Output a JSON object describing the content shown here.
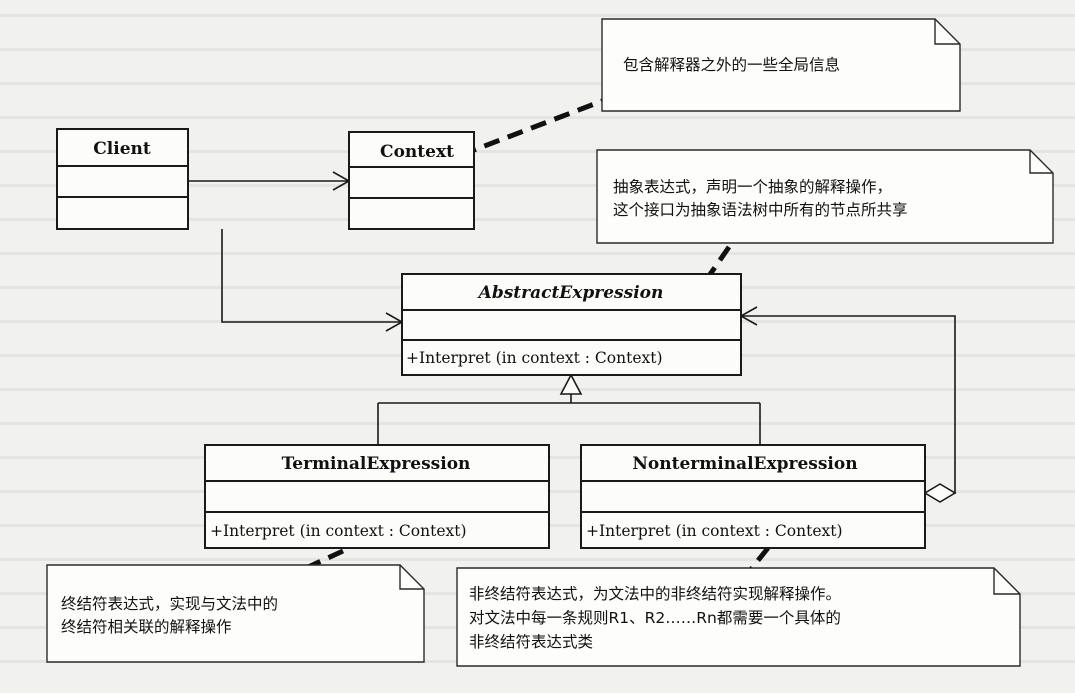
{
  "classes": {
    "client": {
      "name": "Client"
    },
    "context": {
      "name": "Context"
    },
    "abstract_expression": {
      "name": "AbstractExpression",
      "operation": "+Interpret (in context  : Context)"
    },
    "terminal_expression": {
      "name": "TerminalExpression",
      "operation": "+Interpret (in context  : Context)"
    },
    "nonterminal_expression": {
      "name": "NonterminalExpression",
      "operation": "+Interpret (in context  : Context)"
    }
  },
  "notes": {
    "context_note": {
      "lines": [
        "包含解释器之外的一些全局信息"
      ]
    },
    "abstract_note": {
      "lines": [
        "抽象表达式，声明一个抽象的解释操作，",
        "这个接口为抽象语法树中所有的节点所共享"
      ]
    },
    "terminal_note": {
      "lines": [
        "终结符表达式，实现与文法中的",
        "终结符相关联的解释操作"
      ]
    },
    "nonterminal_note": {
      "lines": [
        "非终结符表达式，为文法中的非终结符实现解释操作。",
        "对文法中每一条规则R1、R2……Rn都需要一个具体的",
        "非终结符表达式类"
      ]
    }
  },
  "colors": {
    "background": "#f1f1ef",
    "box_fill": "#fcfcfa",
    "stroke": "#1a1a1a"
  }
}
